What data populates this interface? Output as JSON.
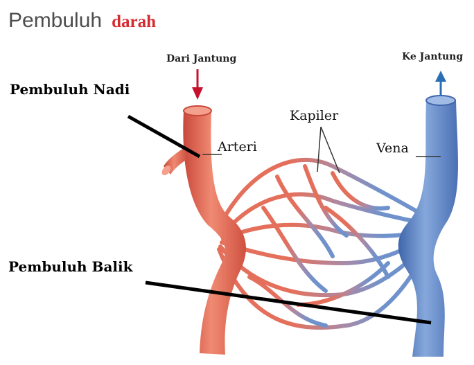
{
  "title": {
    "word1": "Pembuluh",
    "word2": "darah"
  },
  "labels": {
    "from_heart": "Dari Jantung",
    "to_heart": "Ke Jantung",
    "artery_group": "Pembuluh Nadi",
    "vein_group": "Pembuluh Balik",
    "artery": "Arteri",
    "capillary": "Kapiler",
    "vein": "Vena"
  },
  "colors": {
    "artery": "#e86a55",
    "vein": "#5f86c6",
    "title_gray": "#4d4d4d",
    "title_red": "#d62a2f",
    "arrow_red": "#c8102e",
    "arrow_blue": "#2a6fb5"
  }
}
